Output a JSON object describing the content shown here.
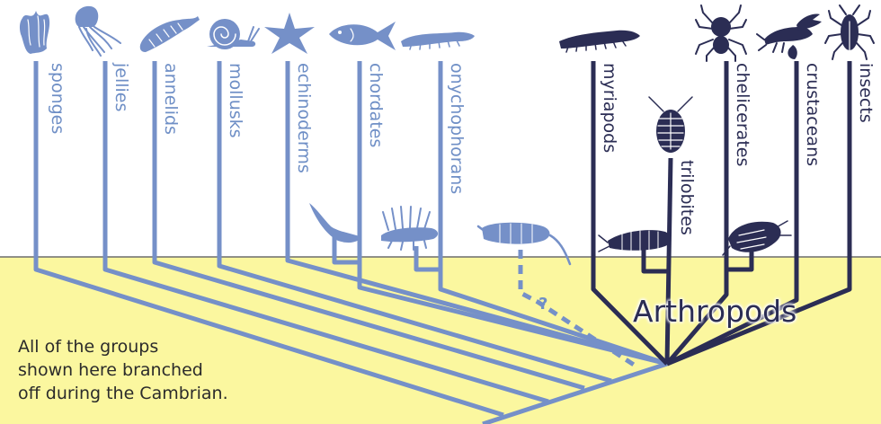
{
  "early_branch_color": "#7590c8",
  "arthropod_color": "#2b2d54",
  "ground_color": "#fbf79f",
  "early_groups": [
    "sponges",
    "jellies",
    "annelids",
    "mollusks",
    "echinoderms",
    "chordates",
    "onychophorans"
  ],
  "arthropod_groups": [
    "myriapods",
    "trilobites",
    "chelicerates",
    "crustaceans",
    "insects"
  ],
  "group_icons": {
    "sponges": "sponge-icon",
    "jellies": "jellyfish-icon",
    "annelids": "annelid-worm-icon",
    "mollusks": "snail-icon",
    "echinoderms": "starfish-icon",
    "chordates": "fish-icon",
    "onychophorans": "velvet-worm-icon",
    "myriapods": "millipede-icon",
    "trilobites": "trilobite-icon",
    "chelicerates": "spider-icon",
    "crustaceans": "lobster-icon",
    "insects": "beetle-icon"
  },
  "fossil_icons": [
    "pikaia-fossil-icon",
    "hallucigenia-fossil-icon",
    "anomalocaris-fossil-icon",
    "fossil-arthropod-icon",
    "fossil-chelicerate-icon"
  ],
  "clade_label": "Arthropods",
  "uncertain_marker": "?",
  "caption_lines": [
    "All of the groups",
    "shown here branched",
    "off during the Cambrian."
  ]
}
